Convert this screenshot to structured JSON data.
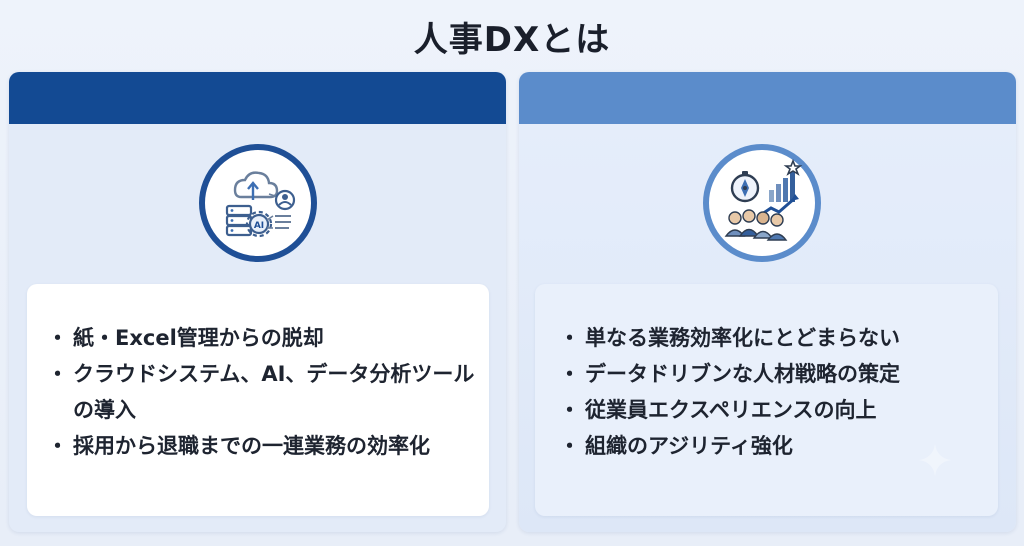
{
  "title": "人事DXとは",
  "colors": {
    "left_header": "#134a93",
    "right_header": "#5b8ccb",
    "left_badge_ring": "#1f4f96",
    "right_badge_ring": "#5b8ccb"
  },
  "panels": [
    {
      "icon": "cloud-server-ai-icon",
      "items": [
        "紙・Excel管理からの脱却",
        "クラウドシステム、AI、データ分析ツールの導入",
        "採用から退職までの一連業務の効率化"
      ]
    },
    {
      "icon": "compass-growth-team-icon",
      "items": [
        "単なる業務効率化にとどまらない",
        "データドリブンな人材戦略の策定",
        "従業員エクスペリエンスの向上",
        "組織のアジリティ強化"
      ]
    }
  ]
}
